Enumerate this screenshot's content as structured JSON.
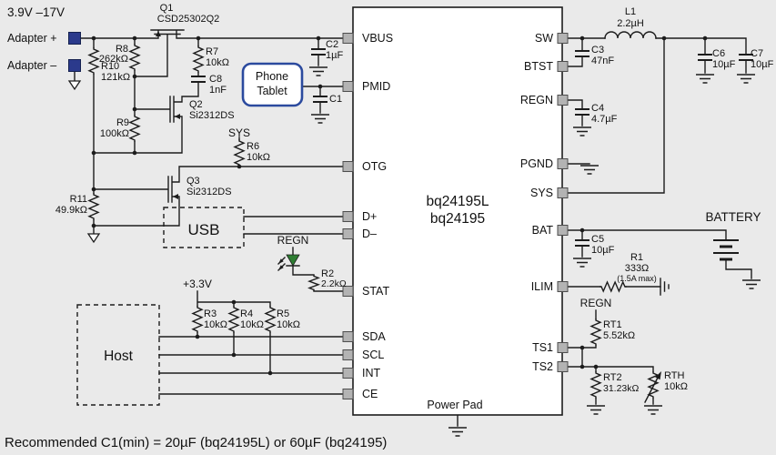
{
  "colors": {
    "background": "#eaeaea",
    "wire": "#1c1c1c",
    "terminal_blue": "#2b3a8c",
    "phone_box_blue": "#2b4a9e",
    "led_green": "#2e7d32",
    "pin_fill": "#b3b3b3",
    "pin_border": "#4d4d4d"
  },
  "source": {
    "range": "3.9V –17V",
    "adapter_plus": "Adapter +",
    "adapter_minus": "Adapter –"
  },
  "blocks": {
    "phone_line1": "Phone",
    "phone_line2": "Tablet",
    "usb": "USB",
    "host": "Host"
  },
  "ic": {
    "name_line1": "bq24195L",
    "name_line2": "bq24195",
    "power_pad": "Power Pad",
    "left_pins": [
      "VBUS",
      "PMID",
      "OTG",
      "D+",
      "D–",
      "STAT",
      "SDA",
      "SCL",
      "INT",
      "CE"
    ],
    "right_pins": [
      "SW",
      "BTST",
      "REGN",
      "PGND",
      "SYS",
      "BAT",
      "ILIM",
      "TS1",
      "TS2"
    ]
  },
  "nets": {
    "sys": "SYS",
    "regn_led": "REGN",
    "regn_ts": "REGN",
    "rail_3v3": "+3.3V",
    "battery": "BATTERY"
  },
  "components": {
    "q1": {
      "ref": "Q1",
      "part": "CSD25302Q2"
    },
    "q2": {
      "ref": "Q2",
      "part": "Si2312DS"
    },
    "q3": {
      "ref": "Q3",
      "part": "Si2312DS"
    },
    "r1": {
      "ref": "R1",
      "value": "333Ω",
      "note": "(1.5A max)"
    },
    "r2": {
      "ref": "R2",
      "value": "2.2kΩ"
    },
    "r3": {
      "ref": "R3",
      "value": "10kΩ"
    },
    "r4": {
      "ref": "R4",
      "value": "10kΩ"
    },
    "r5": {
      "ref": "R5",
      "value": "10kΩ"
    },
    "r6": {
      "ref": "R6",
      "value": "10kΩ"
    },
    "r7": {
      "ref": "R7",
      "value": "10kΩ"
    },
    "r8": {
      "ref": "R8",
      "value": "262kΩ"
    },
    "r9": {
      "ref": "R9",
      "value": "100kΩ"
    },
    "r10": {
      "ref": "R10",
      "value": "121kΩ"
    },
    "r11": {
      "ref": "R11",
      "value": "49.9kΩ"
    },
    "rt1": {
      "ref": "RT1",
      "value": "5.52kΩ"
    },
    "rt2": {
      "ref": "RT2",
      "value": "31.23kΩ"
    },
    "rth": {
      "ref": "RTH",
      "value": "10kΩ"
    },
    "c1": {
      "ref": "C1"
    },
    "c2": {
      "ref": "C2",
      "value": "1µF"
    },
    "c3": {
      "ref": "C3",
      "value": "47nF"
    },
    "c4": {
      "ref": "C4",
      "value": "4.7µF"
    },
    "c5": {
      "ref": "C5",
      "value": "10µF"
    },
    "c6": {
      "ref": "C6",
      "value": "10µF"
    },
    "c7": {
      "ref": "C7",
      "value": "10µF"
    },
    "c8": {
      "ref": "C8",
      "value": "1nF"
    },
    "l1": {
      "ref": "L1",
      "value": "2.2µH"
    }
  },
  "note": "Recommended C1(min) = 20µF (bq24195L) or 60µF (bq24195)"
}
